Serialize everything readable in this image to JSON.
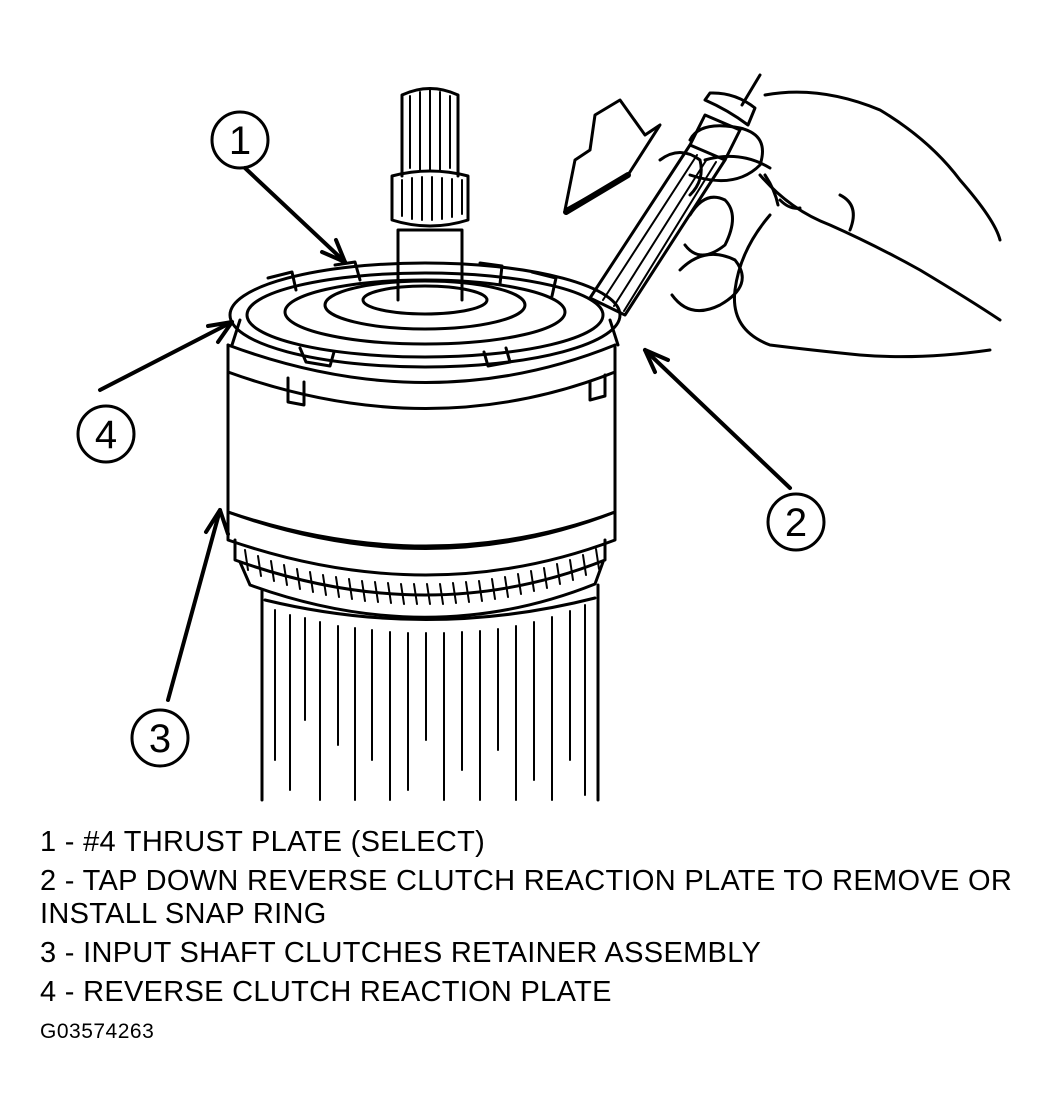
{
  "callouts": [
    {
      "number": "1"
    },
    {
      "number": "2"
    },
    {
      "number": "3"
    },
    {
      "number": "4"
    }
  ],
  "legend": [
    {
      "number": "1",
      "text": "#4 THRUST PLATE (SELECT)"
    },
    {
      "number": "2",
      "text": "TAP DOWN REVERSE CLUTCH REACTION PLATE TO REMOVE OR INSTALL SNAP RING"
    },
    {
      "number": "3",
      "text": "INPUT SHAFT CLUTCHES RETAINER ASSEMBLY"
    },
    {
      "number": "4",
      "text": "REVERSE CLUTCH REACTION PLATE"
    }
  ],
  "legend_separator": " - ",
  "figure_id": "G03574263",
  "colors": {
    "ink": "#000000",
    "paper": "#ffffff"
  }
}
